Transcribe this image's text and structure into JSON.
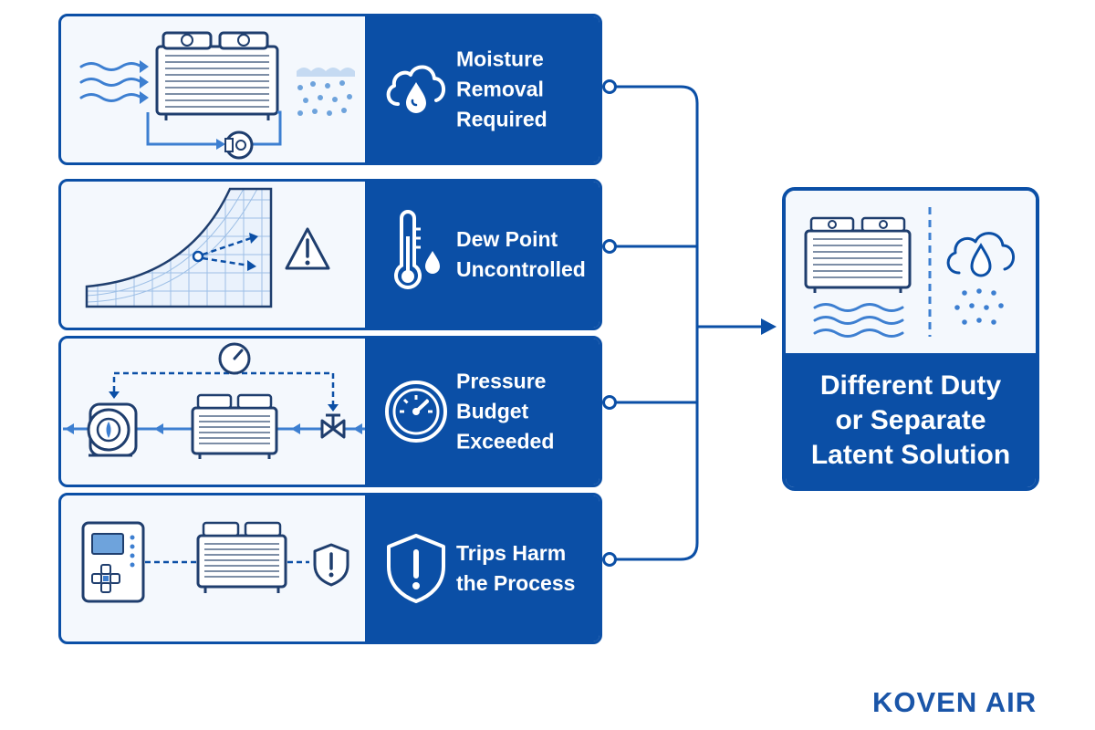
{
  "flow": {
    "cards": [
      {
        "label_lines": [
          "Moisture",
          "Removal",
          "Required"
        ],
        "icon": "cloud-water-drop-icon"
      },
      {
        "label_lines": [
          "Dew Point",
          "Uncontrolled"
        ],
        "icon": "thermometer-drop-icon"
      },
      {
        "label_lines": [
          "Pressure",
          "Budget",
          "Exceeded"
        ],
        "icon": "pressure-gauge-icon"
      },
      {
        "label_lines": [
          "Trips Harm",
          "the Process"
        ],
        "icon": "shield-alert-icon"
      }
    ],
    "result": {
      "label_lines": [
        "Different Duty",
        "or Separate",
        "Latent Solution"
      ]
    }
  },
  "brand": {
    "logo": "KOVEN AIR"
  },
  "colors": {
    "primary": "#0b4fa6",
    "accent": "#3d7fd1",
    "panel_bg": "#f4f8fd"
  }
}
